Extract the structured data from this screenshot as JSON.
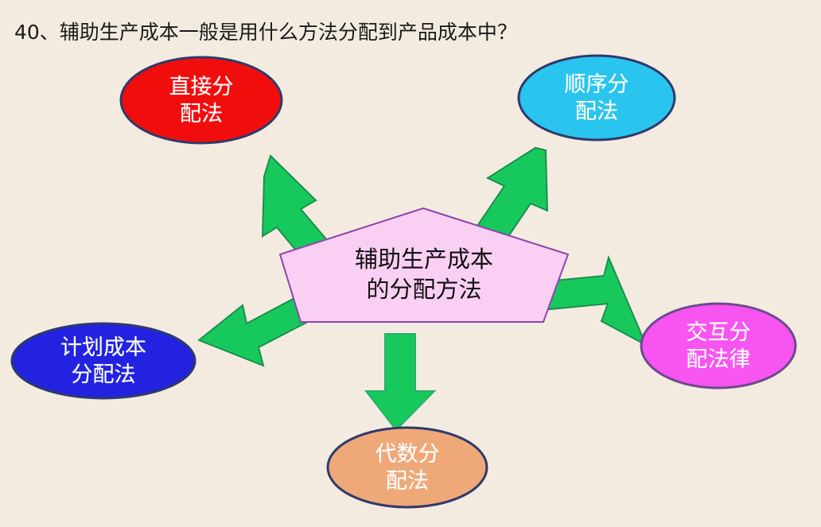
{
  "page": {
    "background_color": "#F3EBE0",
    "title": "40、辅助生产成本一般是用什么方法分配到产品成本中？"
  },
  "center_node": {
    "name": "center-pentagon",
    "shape": "pentagon",
    "line1": "辅助生产成本",
    "line2": "的分配方法",
    "fill_color": "#F9CFF3",
    "stroke_color": "#8E44AD",
    "text_color": "#111111"
  },
  "nodes": [
    {
      "id": "direct",
      "shape": "ellipse",
      "line1": "直接分",
      "line2": "配法",
      "fill_color": "#F20D0D",
      "stroke_color": "#2E3A6B",
      "text_color": "#FFFFFF",
      "position": "top-left"
    },
    {
      "id": "sequential",
      "shape": "ellipse",
      "line1": "顺序分",
      "line2": "配法",
      "fill_color": "#29C5EF",
      "stroke_color": "#2E3A6B",
      "text_color": "#FFFFFF",
      "position": "top-right"
    },
    {
      "id": "planned-cost",
      "shape": "ellipse",
      "line1": "计划成本",
      "line2": "分配法",
      "fill_color": "#2222E0",
      "stroke_color": "#2E3A6B",
      "text_color": "#FFFFFF",
      "position": "bottom-left"
    },
    {
      "id": "reciprocal",
      "shape": "ellipse",
      "line1": "交互分",
      "line2": "配法律",
      "fill_color": "#F754F0",
      "stroke_color": "#6B4A8E",
      "text_color": "#FFFFFF",
      "position": "bottom-right"
    },
    {
      "id": "algebraic",
      "shape": "ellipse",
      "line1": "代数分",
      "line2": "配法",
      "fill_color": "#EFA878",
      "stroke_color": "#2E3A6B",
      "text_color": "#FFFFFF",
      "position": "bottom-center"
    }
  ],
  "arrows": [
    {
      "id": "arrow-to-direct",
      "direction": "up-left",
      "fill_color": "#17C95C",
      "stroke_color": "#0F7B3A"
    },
    {
      "id": "arrow-to-sequential",
      "direction": "up-right",
      "fill_color": "#17C95C",
      "stroke_color": "#0F7B3A"
    },
    {
      "id": "arrow-to-planned",
      "direction": "down-left",
      "fill_color": "#17C95C",
      "stroke_color": "#0F7B3A"
    },
    {
      "id": "arrow-to-reciprocal",
      "direction": "down-right",
      "fill_color": "#17C95C",
      "stroke_color": "#0F7B3A"
    },
    {
      "id": "arrow-to-algebraic",
      "direction": "down",
      "fill_color": "#17C95C",
      "stroke_color": "#1FA862"
    }
  ]
}
